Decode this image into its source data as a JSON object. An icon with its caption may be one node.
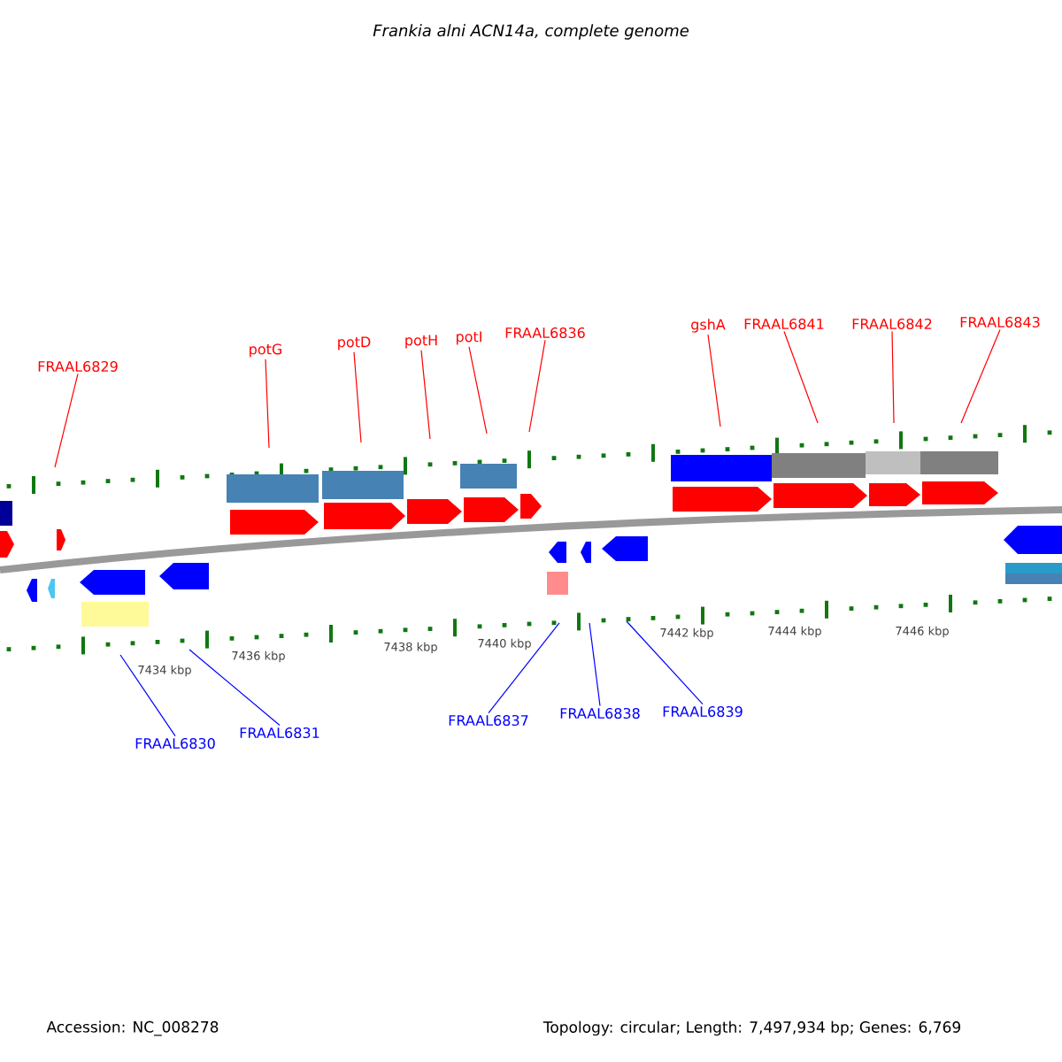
{
  "diagram": {
    "title": "Frankia alni ACN14a, complete genome",
    "nodes": [
      {
        "text": [
          "FRAAL6829"
        ]
      },
      {
        "text": [
          "potG"
        ]
      },
      {
        "text": [
          "potD"
        ]
      },
      {
        "text": [
          "potH"
        ]
      },
      {
        "text": [
          "potI"
        ]
      },
      {
        "text": [
          "FRAAL6836"
        ]
      },
      {
        "text": [
          "gshA"
        ]
      },
      {
        "text": [
          "FRAAL6841"
        ]
      },
      {
        "text": [
          "FRAAL6842"
        ]
      },
      {
        "text": [
          "FRAAL6843"
        ]
      },
      {
        "text": [
          "FRAAL6830"
        ]
      },
      {
        "text": [
          "FRAAL6831"
        ]
      },
      {
        "text": [
          "FRAAL6837"
        ]
      },
      {
        "text": [
          "FRAAL6838"
        ]
      },
      {
        "text": [
          "FRAAL6839"
        ]
      }
    ],
    "edges": [
      {
        "from": 0,
        "to": null,
        "arrow": "none"
      },
      {
        "from": 1,
        "to": null,
        "arrow": "none"
      },
      {
        "from": 2,
        "to": null,
        "arrow": "none"
      },
      {
        "from": 3,
        "to": null,
        "arrow": "none"
      },
      {
        "from": 4,
        "to": null,
        "arrow": "none"
      },
      {
        "from": 5,
        "to": null,
        "arrow": "none"
      },
      {
        "from": 6,
        "to": null,
        "arrow": "none"
      },
      {
        "from": 7,
        "to": null,
        "arrow": "none"
      },
      {
        "from": 8,
        "to": null,
        "arrow": "none"
      },
      {
        "from": 9,
        "to": null,
        "arrow": "none"
      },
      {
        "from": 10,
        "to": null,
        "arrow": "none",
        "color": "#0000ff"
      },
      {
        "from": 11,
        "to": null,
        "arrow": "none",
        "color": "#0000ff"
      },
      {
        "from": 12,
        "to": null,
        "arrow": "none",
        "color": "#0000ff"
      },
      {
        "from": 13,
        "to": null,
        "arrow": "none",
        "color": "#0000ff"
      },
      {
        "from": 14,
        "to": null,
        "arrow": "none",
        "color": "#0000ff"
      }
    ],
    "labels": [
      "7434 kbp",
      "7436 kbp",
      "7438 kbp",
      "7440 kbp",
      "7442 kbp",
      "7444 kbp",
      "7446 kbp",
      "Accession: NC_008278",
      "Topology: circular; Length: 7,497,934 bp; Genes: 6,769"
    ]
  }
}
